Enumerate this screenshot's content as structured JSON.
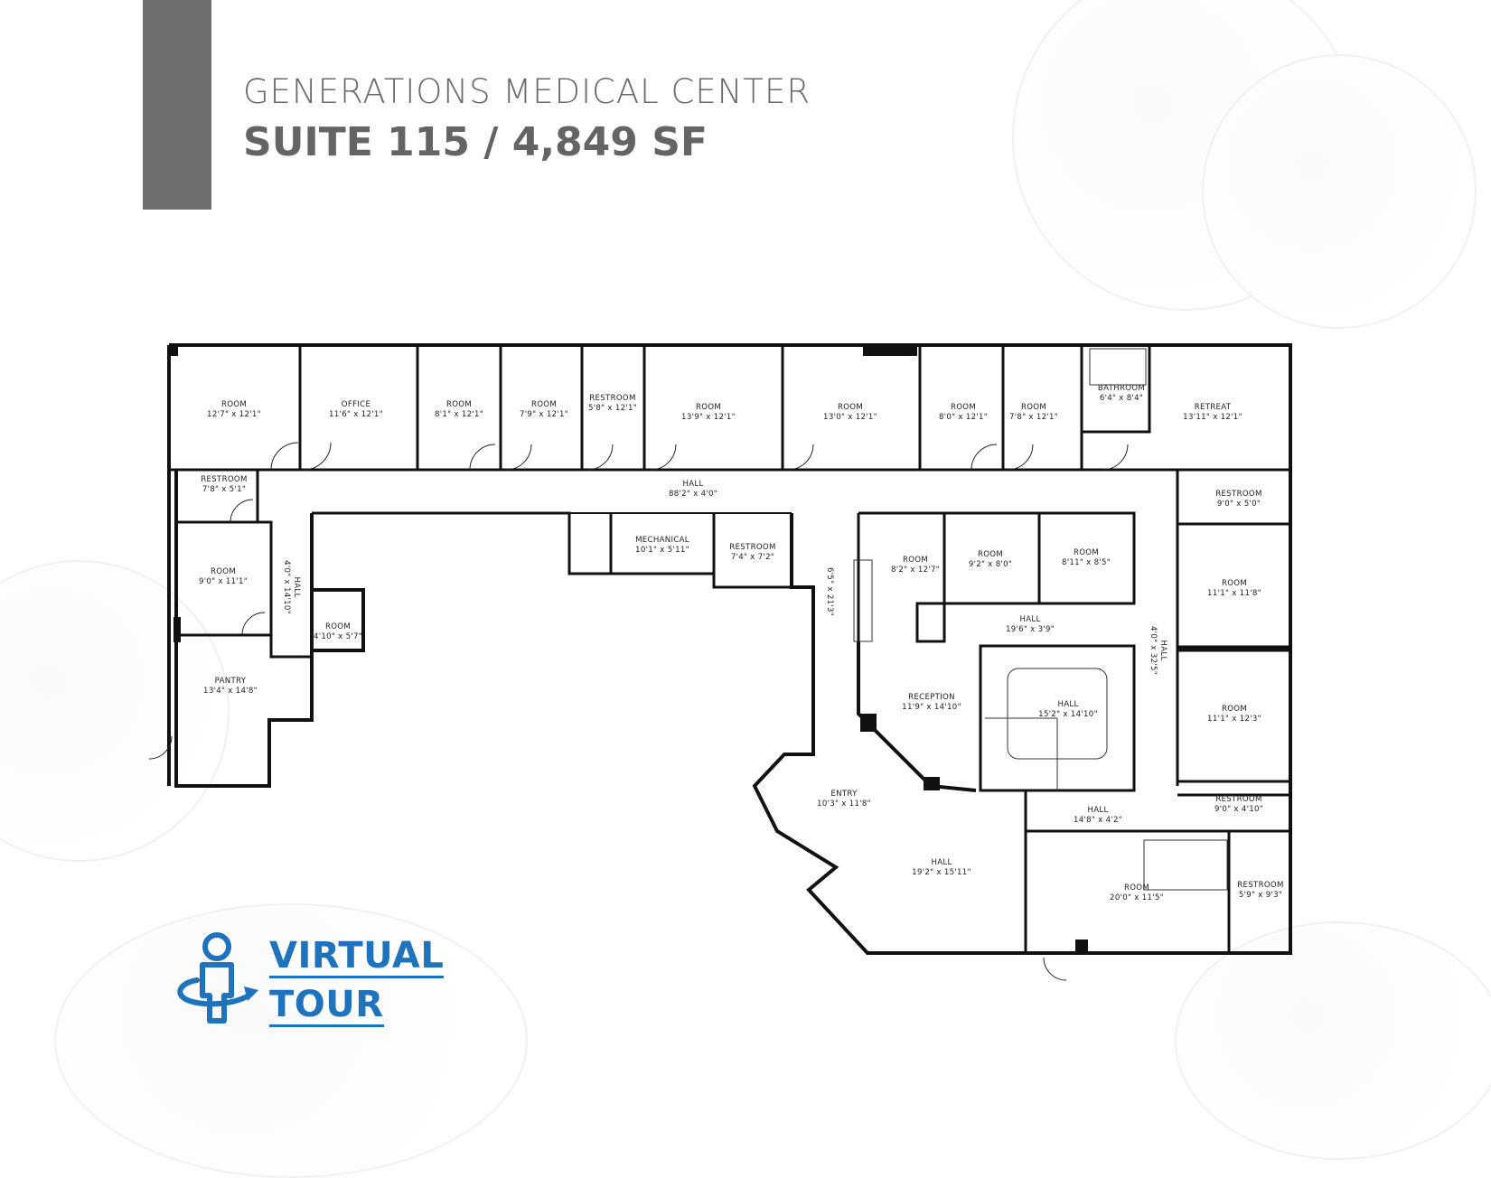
{
  "header": {
    "building": "GENERATIONS MEDICAL CENTER",
    "suite": "SUITE 115 / 4,849 SF"
  },
  "virtual_tour": {
    "line1": "VIRTUAL",
    "line2": "TOUR",
    "color": "#1f73bc"
  },
  "colors": {
    "wall": "#111111",
    "accent_bar": "#6d6e6f",
    "title": "#666666"
  },
  "rooms": [
    {
      "id": "room-a",
      "name": "ROOM",
      "dims": "12'7\" x 12'1\""
    },
    {
      "id": "office",
      "name": "OFFICE",
      "dims": "11'6\" x 12'1\""
    },
    {
      "id": "room-b",
      "name": "ROOM",
      "dims": "8'1\" x 12'1\""
    },
    {
      "id": "room-c",
      "name": "ROOM",
      "dims": "7'9\" x 12'1\""
    },
    {
      "id": "restroom-a",
      "name": "RESTROOM",
      "dims": "5'8\" x 12'1\""
    },
    {
      "id": "room-d",
      "name": "ROOM",
      "dims": "13'9\" x 12'1\""
    },
    {
      "id": "room-e",
      "name": "ROOM",
      "dims": "13'0\" x 12'1\""
    },
    {
      "id": "room-f",
      "name": "ROOM",
      "dims": "8'0\" x 12'1\""
    },
    {
      "id": "room-g",
      "name": "ROOM",
      "dims": "7'8\" x 12'1\""
    },
    {
      "id": "bathroom",
      "name": "BATHROOM",
      "dims": "6'4\" x 8'4\""
    },
    {
      "id": "retreat",
      "name": "RETREAT",
      "dims": "13'11\" x 12'1\""
    },
    {
      "id": "restroom-b",
      "name": "RESTROOM",
      "dims": "7'8\" x 5'1\""
    },
    {
      "id": "hall-main",
      "name": "HALL",
      "dims": "88'2\" x 4'0\""
    },
    {
      "id": "room-h",
      "name": "ROOM",
      "dims": "9'0\" x 11'1\""
    },
    {
      "id": "hall-left",
      "name": "HALL",
      "dims": "4'0\" x 14'10\""
    },
    {
      "id": "room-i",
      "name": "ROOM",
      "dims": "4'10\" x 5'7\""
    },
    {
      "id": "pantry",
      "name": "PANTRY",
      "dims": "13'4\" x 14'8\""
    },
    {
      "id": "mechanical",
      "name": "MECHANICAL",
      "dims": "10'1\" x 5'11\""
    },
    {
      "id": "restroom-c",
      "name": "RESTROOM",
      "dims": "7'4\" x 7'2\""
    },
    {
      "id": "hall-mid",
      "name": "",
      "dims": "6'5\" x 21'3\""
    },
    {
      "id": "room-j",
      "name": "ROOM",
      "dims": "8'2\" x 12'7\""
    },
    {
      "id": "room-k",
      "name": "ROOM",
      "dims": "9'2\" x 8'0\""
    },
    {
      "id": "room-l",
      "name": "ROOM",
      "dims": "8'11\" x 8'5\""
    },
    {
      "id": "hall-inner",
      "name": "HALL",
      "dims": "19'6\" x 3'9\""
    },
    {
      "id": "hall-right",
      "name": "HALL",
      "dims": "4'0\" x 32'5\""
    },
    {
      "id": "restroom-d",
      "name": "RESTROOM",
      "dims": "9'0\" x 5'0\""
    },
    {
      "id": "room-m",
      "name": "ROOM",
      "dims": "11'1\" x 11'8\""
    },
    {
      "id": "reception",
      "name": "RECEPTION",
      "dims": "11'9\" x 14'10\""
    },
    {
      "id": "hall-center",
      "name": "HALL",
      "dims": "15'2\" x 14'10\""
    },
    {
      "id": "room-n",
      "name": "ROOM",
      "dims": "11'1\" x 12'3\""
    },
    {
      "id": "entry",
      "name": "ENTRY",
      "dims": "10'3\" x 11'8\""
    },
    {
      "id": "restroom-e",
      "name": "RESTROOM",
      "dims": "9'0\" x 4'10\""
    },
    {
      "id": "hall-lower",
      "name": "HALL",
      "dims": "14'8\" x 4'2\""
    },
    {
      "id": "hall-entry",
      "name": "HALL",
      "dims": "19'2\" x 15'11\""
    },
    {
      "id": "room-o",
      "name": "ROOM",
      "dims": "20'0\" x 11'5\""
    },
    {
      "id": "restroom-f",
      "name": "RESTROOM",
      "dims": "5'9\" x 9'3\""
    }
  ]
}
